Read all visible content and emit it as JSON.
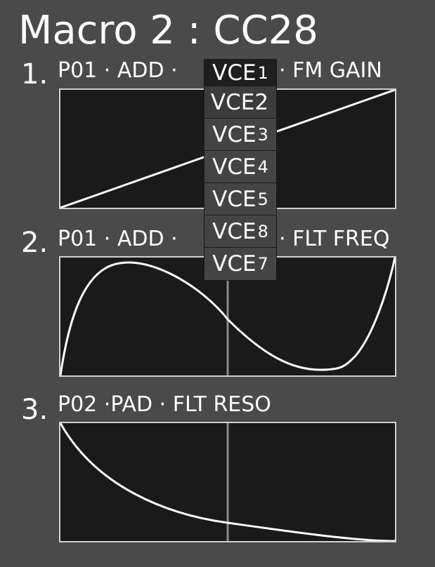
{
  "header": {
    "title": "Macro 2 : CC28"
  },
  "assignments": [
    {
      "number": "1.",
      "prefix": "P01 · ADD · ",
      "suffix": " · FM GAIN",
      "curve": "linear"
    },
    {
      "number": "2.",
      "prefix": "P01 · ADD · ",
      "suffix": " · FLT FREQ",
      "curve": "s-curve"
    },
    {
      "number": "3.",
      "prefix": "P02 ·PAD · FLT RESO",
      "suffix": "",
      "curve": "exponential-decay"
    }
  ],
  "voice_dropdown": {
    "options": [
      {
        "text": "VCE",
        "num": "1",
        "state": "selected"
      },
      {
        "text": "VCE2",
        "num": "",
        "state": "hover"
      },
      {
        "text": "VCE",
        "num": "3",
        "state": "normal"
      },
      {
        "text": "VCE",
        "num": "4",
        "state": "normal"
      },
      {
        "text": "VCE",
        "num": "5",
        "state": "normal"
      },
      {
        "text": "VCE",
        "num": "8",
        "state": "normal"
      },
      {
        "text": "VCE",
        "num": "7",
        "state": "normal"
      }
    ]
  },
  "colors": {
    "background": "#4a4a4a",
    "graph_bg": "#1a1a1a",
    "graph_border": "#d0d0d0",
    "curve": "#ffffff",
    "center_line": "#8a8a8a"
  }
}
